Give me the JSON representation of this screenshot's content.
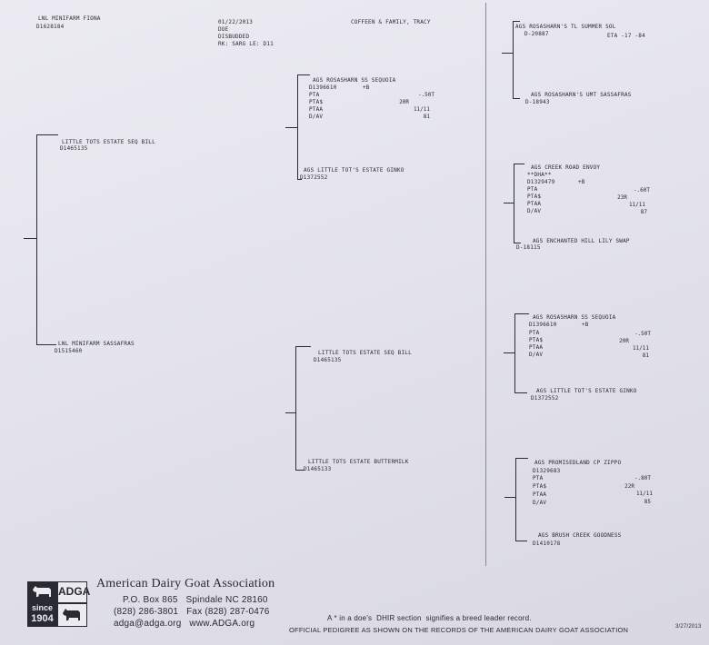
{
  "header": {
    "animal_name": "LNL MINIFARM FIONA",
    "animal_reg": "D1628184",
    "date": "01/22/2013",
    "sex": "DOE",
    "horn": "DISBUDDED",
    "breed_info": "RK: SARG LE: D11",
    "owner": "COFFEEN & FAMILY, TRACY"
  },
  "gen1": {
    "sire": {
      "name": "LITTLE TOTS ESTATE SEQ BILL",
      "reg": "D1465135"
    },
    "dam": {
      "name": "LNL MINIFARM SASSAFRAS",
      "reg": "D1515460"
    }
  },
  "gen2": {
    "ss": {
      "name": "AGS ROSASHARN SS SEQUOIA",
      "reg": "D1396610",
      "mark": "+B",
      "pta_label": "PTA",
      "pta_val": "-.50T",
      "ptas_label": "PTA$",
      "ptas_val": "20R",
      "ptaa_label": "PTAA",
      "ptaa_val": "11/11",
      "dav_label": "D/AV",
      "dav_val": "81"
    },
    "sd": {
      "name": "AGS LITTLE TOT'S ESTATE GINKO",
      "reg": "D1372552"
    },
    "ds": {
      "name": "LITTLE TOTS ESTATE SEQ BILL",
      "reg": "D1465135"
    },
    "dd": {
      "name": "LITTLE TOTS ESTATE BUTTERMILK",
      "reg": "D1465133"
    }
  },
  "gen3": {
    "sss": {
      "name": "AGS ROSASHARN'S TL SUMMER SOL",
      "reg": "D-20887",
      "extra": "ETA -17 -84"
    },
    "ssd": {
      "name": "AGS ROSASHARN'S UMT SASSAFRAS",
      "reg": "D-18943"
    },
    "sds": {
      "name": "AGS CREEK ROAD ENVOY",
      "dha": "**DHA**",
      "reg": "D1329479",
      "mark": "+B",
      "pta_label": "PTA",
      "pta_val": "-.60T",
      "ptas_label": "PTA$",
      "ptas_val": "23R",
      "ptaa_label": "PTAA",
      "ptaa_val": "11/11",
      "dav_label": "D/AV",
      "dav_val": "87"
    },
    "sdd": {
      "name": "AGS ENCHANTED HILL LILY SWAP",
      "reg": "D-18115"
    },
    "dss": {
      "name": "AGS ROSASHARN SS SEQUOIA",
      "reg": "D1396610",
      "mark": "+B",
      "pta_label": "PTA",
      "pta_val": "-.50T",
      "ptas_label": "PTA$",
      "ptas_val": "20R",
      "ptaa_label": "PTAA",
      "ptaa_val": "11/11",
      "dav_label": "D/AV",
      "dav_val": "81"
    },
    "dsd": {
      "name": "AGS LITTLE TOT'S ESTATE GINKO",
      "reg": "D1372552"
    },
    "dds": {
      "name": "AGS PROMISEDLAND CP ZIPPO",
      "reg": "D1329683",
      "pta_label": "PTA",
      "pta_val": "-.80T",
      "ptas_label": "PTA$",
      "ptas_val": "22R",
      "ptaa_label": "PTAA",
      "ptaa_val": "11/11",
      "dav_label": "D/AV",
      "dav_val": "85"
    },
    "ddd": {
      "name": "AGS BRUSH CREEK GOODNESS",
      "reg": "D1410178"
    }
  },
  "footer": {
    "org_name": "American Dairy Goat Association",
    "address": "P.O. Box 865   Spindale NC 28160",
    "phones": "(828) 286-3801   Fax (828) 287-0476",
    "web": "adga@adga.org   www.ADGA.org",
    "logo_text": "ADGA",
    "since": "since",
    "year": "1904",
    "note": "A * in a doe's  DHIR section  signifies a breed leader record.",
    "official": "OFFICIAL PEDIGREE AS SHOWN ON THE RECORDS OF THE AMERICAN DAIRY GOAT ASSOCIATION",
    "print_date": "3/27/2013"
  }
}
